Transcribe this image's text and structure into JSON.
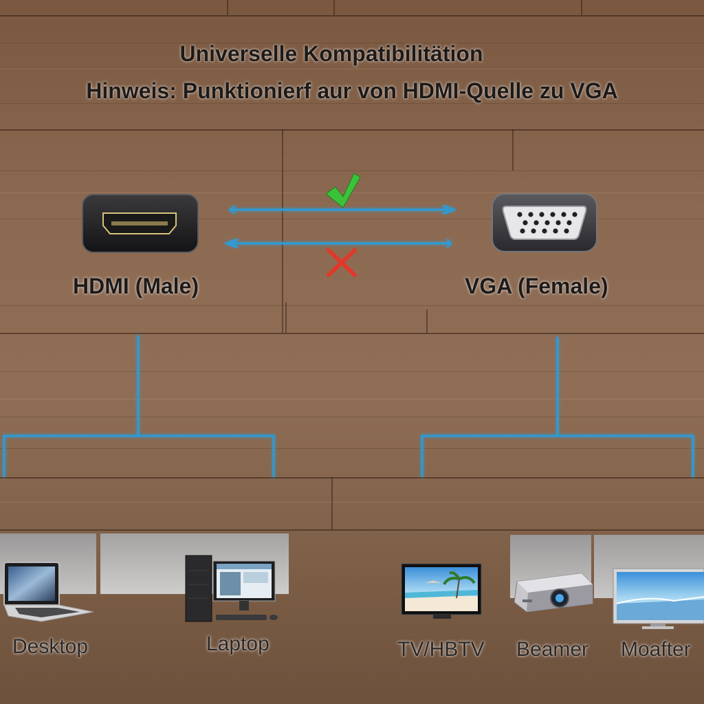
{
  "header": {
    "title": "Universelle Kompatibilitätion",
    "note": "Hinweis: Punktionierf aur von HDMI-Quelle zu VGA"
  },
  "ports": {
    "source": {
      "label": "HDMI (Male)",
      "icon": "hdmi-connector-icon"
    },
    "target": {
      "label": "VGA (Female)",
      "icon": "vga-connector-icon"
    }
  },
  "directions": {
    "forward": {
      "status": "works",
      "icon": "checkmark-icon",
      "color": "#3cc23a"
    },
    "backward": {
      "status": "not-supported",
      "icon": "cross-icon",
      "color": "#e0392b"
    }
  },
  "colors": {
    "line": "#2e9bd6",
    "wood": "#8c6a52"
  },
  "devices": {
    "hdmi_side": [
      {
        "label": "Desktop",
        "icon": "laptop-icon"
      },
      {
        "label": "Laptop",
        "icon": "desktop-pc-icon"
      }
    ],
    "vga_side": [
      {
        "label": "TV/HBTV",
        "icon": "tv-icon"
      },
      {
        "label": "Beamer",
        "icon": "projector-icon"
      },
      {
        "label": "Moafter",
        "icon": "monitor-icon"
      }
    ]
  }
}
